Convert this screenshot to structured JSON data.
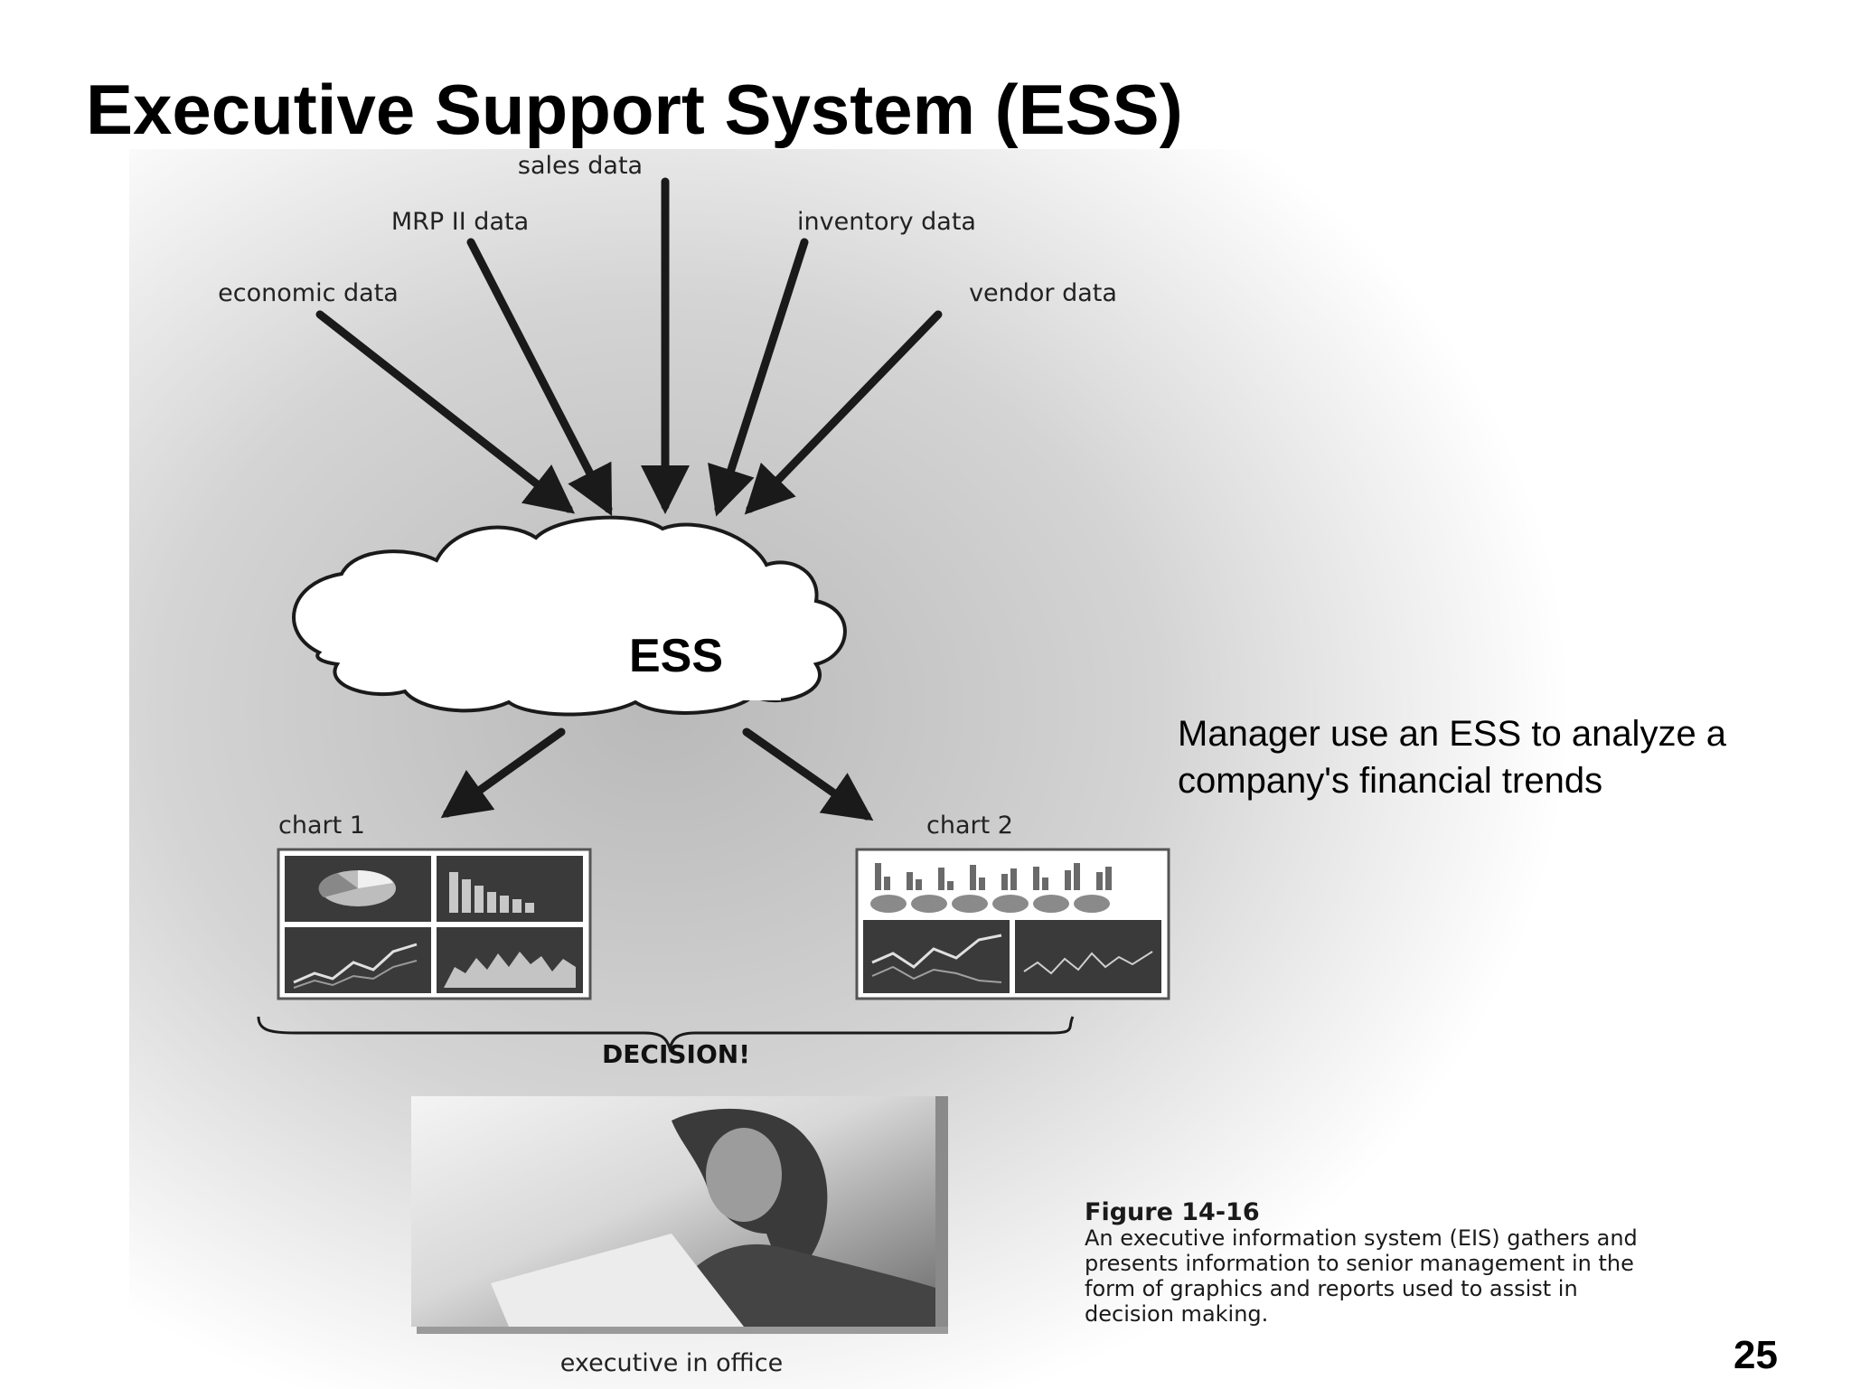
{
  "slide": {
    "title": "Executive Support System (ESS)",
    "page_number": "25",
    "side_note": "Manager use an ESS to analyze a company's financial trends"
  },
  "diagram": {
    "sources": {
      "sales": "sales data",
      "mrp": "MRP II data",
      "inventory": "inventory data",
      "economic": "economic data",
      "vendor": "vendor data"
    },
    "center_label": "ESS",
    "charts": {
      "chart1": "chart 1",
      "chart2": "chart 2"
    },
    "decision_label": "DECISION!",
    "photo_caption": "executive in office"
  },
  "caption": {
    "figure_number": "Figure 14-16",
    "text": "An executive information system (EIS) gathers and presents information to senior management in the form of graphics and reports used to assist in decision making."
  }
}
